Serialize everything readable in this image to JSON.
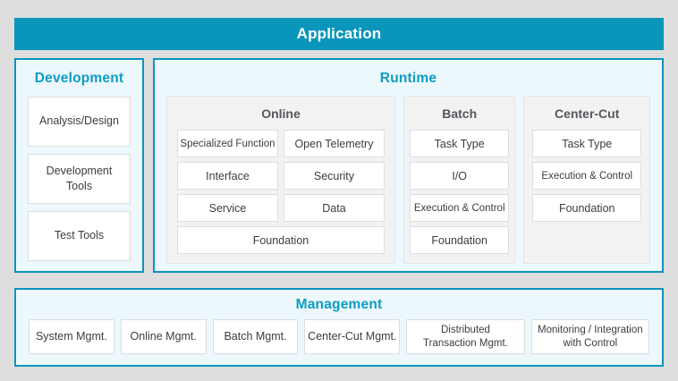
{
  "colors": {
    "teal": "#0a95bb",
    "teal_text": "#0b9cc5",
    "page_bg": "#dedede",
    "panel_bg": "#edf8fc",
    "subpanel_bg": "#f2f2f3",
    "subpanel_border": "#e3e5e7",
    "box_border": "#dcdedf",
    "box_text": "#3a3e42",
    "subtitle_text": "#54585c"
  },
  "header": {
    "title": "Application"
  },
  "development": {
    "title": "Development",
    "boxes": [
      "Analysis/Design",
      "Development Tools",
      "Test Tools"
    ]
  },
  "runtime": {
    "title": "Runtime",
    "online": {
      "title": "Online",
      "boxes": [
        "Specialized Function",
        "Open Telemetry",
        "Interface",
        "Security",
        "Service",
        "Data",
        "Foundation"
      ]
    },
    "batch": {
      "title": "Batch",
      "boxes": [
        "Task Type",
        "I/O",
        "Execution & Control",
        "Foundation"
      ]
    },
    "center_cut": {
      "title": "Center-Cut",
      "boxes": [
        "Task Type",
        "Execution & Control",
        "Foundation"
      ]
    }
  },
  "management": {
    "title": "Management",
    "boxes": [
      "System Mgmt.",
      "Online Mgmt.",
      "Batch Mgmt.",
      "Center-Cut Mgmt.",
      "Distributed Transaction Mgmt.",
      "Monitoring / Integration with Control"
    ]
  }
}
